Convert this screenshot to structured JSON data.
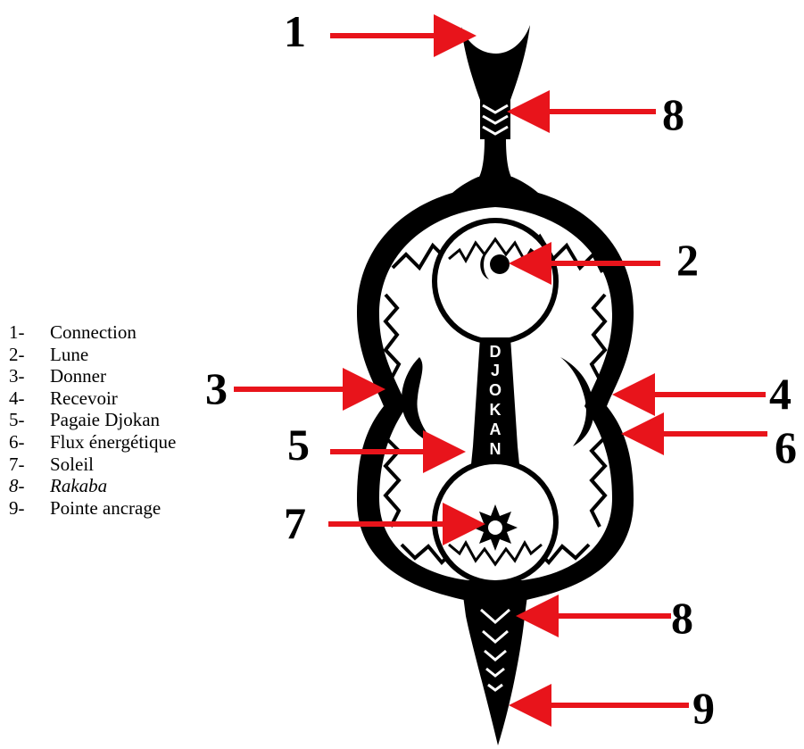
{
  "legend": {
    "items": [
      {
        "num": "1-",
        "label": "Connection",
        "italic": false
      },
      {
        "num": "2-",
        "label": "Lune",
        "italic": false
      },
      {
        "num": "3-",
        "label": "Donner",
        "italic": false
      },
      {
        "num": "4-",
        "label": "Recevoir",
        "italic": false
      },
      {
        "num": "5-",
        "label": "Pagaie Djokan",
        "italic": false
      },
      {
        "num": "6-",
        "label": "Flux énergétique",
        "italic": false
      },
      {
        "num": "7-",
        "label": "Soleil",
        "italic": false
      },
      {
        "num": "8-",
        "label": "Rakaba",
        "italic": true
      },
      {
        "num": "9-",
        "label": "Pointe ancrage",
        "italic": false
      }
    ]
  },
  "callouts": {
    "c1": "1",
    "c8a": "8",
    "c2": "2",
    "c3": "3",
    "c4": "4",
    "c5": "5",
    "c6": "6",
    "c7": "7",
    "c8b": "8",
    "c9": "9"
  },
  "paddle": {
    "shaft_text": [
      "D",
      "J",
      "O",
      "K",
      "A",
      "N"
    ]
  },
  "colors": {
    "ink": "#000000",
    "arrow": "#e8141b",
    "background": "#ffffff"
  }
}
